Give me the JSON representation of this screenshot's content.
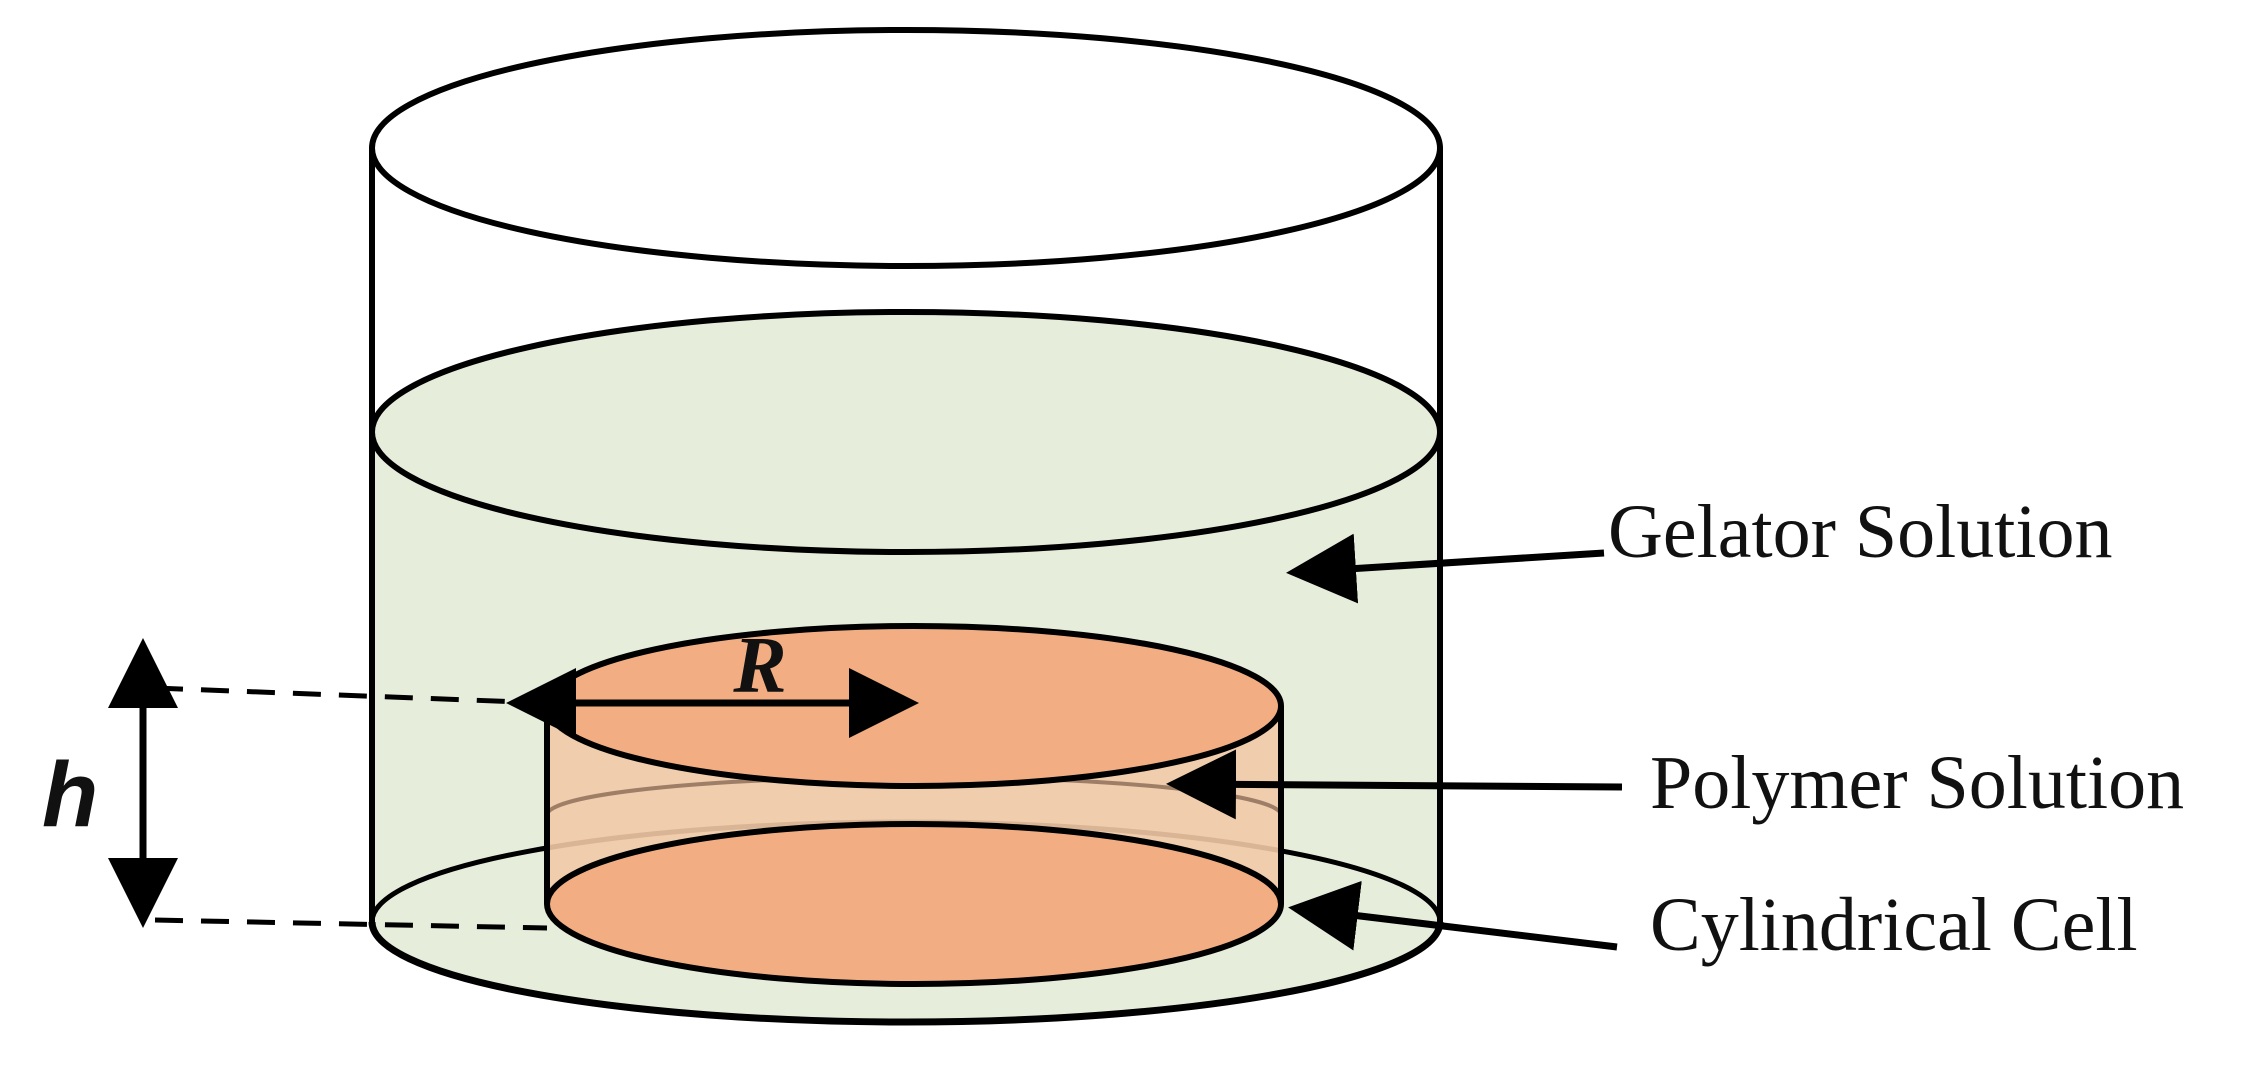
{
  "labels": {
    "gelator": "Gelator Solution",
    "polymer": "Polymer Solution",
    "cell": "Cylindrical Cell",
    "radius": "R",
    "height": "h"
  },
  "colors": {
    "gelator_fill": "#e6eedb",
    "cell_fill": "#f2ae82",
    "cell_side_fill": "#f1c9a6",
    "outline": "#000000"
  }
}
